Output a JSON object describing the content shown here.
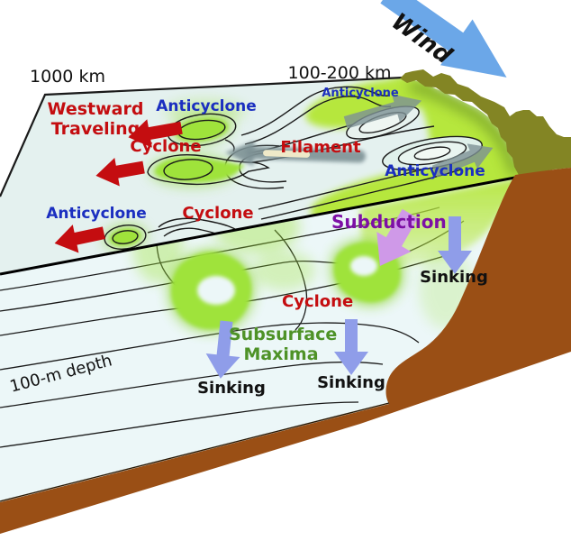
{
  "diagram": {
    "title_context": "Coastal upwelling eddy schematic",
    "labels": {
      "scale_left": "1000 km",
      "scale_right": "100-200 km",
      "wind": "Wind",
      "westward_line1": "Westward",
      "westward_line2": "Traveling",
      "anticyclone_top": "Anticyclone",
      "cyclone_top": "Cyclone",
      "anticyclone_left": "Anticyclone",
      "cyclone_mid": "Cyclone",
      "anticyclone_small": "Anticyclone",
      "filament": "Filament",
      "anticyclone_right": "Anticyclone",
      "subduction": "Subduction",
      "sinking_right": "Sinking",
      "cyclone_face": "Cyclone",
      "subsurface_line1": "Subsurface",
      "subsurface_line2": "Maxima",
      "sinking_left": "Sinking",
      "sinking_mid": "Sinking",
      "depth": "100-m depth"
    },
    "palette": {
      "surface": "#e4f1ef",
      "face": "#ecf7f8",
      "land": "#838524",
      "brown": "#9a4f15",
      "bloom": "#b6e73d",
      "core": "#9fe33a",
      "glow": "#8ed62e",
      "coastdark": "#6d9427",
      "red": "#c40d10",
      "blue": "#1b2fc0",
      "purple": "#7d0fa5",
      "greentext": "#4e9227",
      "sink": "#8f9de9",
      "subarrow": "#cf99e8",
      "wind": "#6ba7e8",
      "gray": "#7e9295",
      "cream": "#efe9c8",
      "ink": "#111111",
      "contour": "#1a1a1a"
    }
  }
}
